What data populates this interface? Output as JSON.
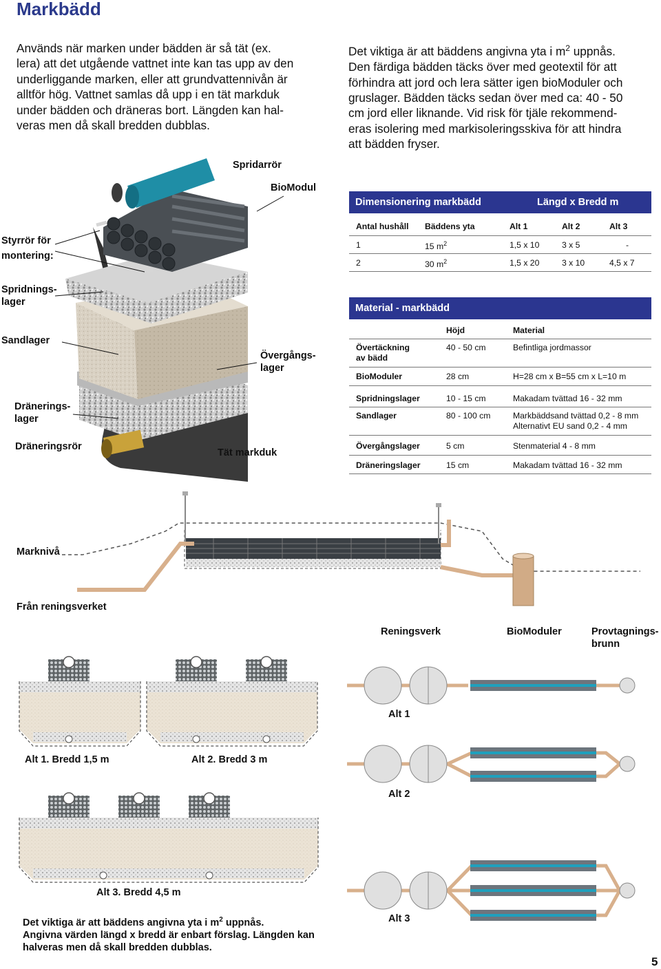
{
  "title": "Markbädd",
  "intro_left": [
    "Används när marken under bädden är så tät (ex.",
    "lera) att det utgående vattnet inte kan tas upp av den",
    "underliggande marken, eller att grundvattennivån är",
    "alltför hög. Vattnet samlas då upp i en tät markduk",
    "under bädden och dräneras bort. Längden kan hal-",
    "veras men då skall bredden dubblas."
  ],
  "intro_right": {
    "line1_pre": "Det viktiga är att bäddens angivna yta i m",
    "line1_sup": "2",
    "line1_post": " uppnås.",
    "lines": [
      "Den färdiga bädden täcks över med geotextil för att",
      "förhindra att jord och lera sätter igen bioModuler och",
      "gruslager. Bädden täcks sedan över med ca:  40 - 50",
      "cm jord eller liknande. Vid risk för tjäle rekommend-",
      "eras isolering med markisoleringsskiva för att hindra",
      "att bädden fryser."
    ]
  },
  "diagram_labels": {
    "spridarror": "Spridarrör",
    "biomodul": "BioModul",
    "styrror_1": "Styrrör för",
    "styrror_2": "montering:",
    "spridningslager_1": "Spridnings-",
    "spridningslager_2": "lager",
    "sandlager": "Sandlager",
    "overgangslager_1": "Övergångs-",
    "overgangslager_2": "lager",
    "draneringslager_1": "Dränerings-",
    "draneringslager_2": "lager",
    "draneringsror": "Dräneringsrör",
    "tat_markduk": "Tät markduk"
  },
  "dim_table": {
    "header_left": "Dimensionering markbädd",
    "header_right": "Längd x Bredd m",
    "columns": [
      "Antal hushåll",
      "Bäddens yta",
      "Alt 1",
      "Alt 2",
      "Alt 3"
    ],
    "rows": [
      {
        "hushall": "1",
        "yta": "15 m",
        "yta_sup": "2",
        "alt1": "1,5 x 10",
        "alt2": "3 x 5",
        "alt3": "-"
      },
      {
        "hushall": "2",
        "yta": "30 m",
        "yta_sup": "2",
        "alt1": "1,5 x 20",
        "alt2": "3 x 10",
        "alt3": "4,5 x 7"
      }
    ]
  },
  "mat_table": {
    "header": "Material - markbädd",
    "columns": [
      "Höjd",
      "Material"
    ],
    "rows": [
      {
        "name_1": "Övertäckning",
        "name_2": "av bädd",
        "hojd": "40 - 50 cm",
        "material_1": "Befintliga jordmassor",
        "material_2": ""
      },
      {
        "name_1": "BioModuler",
        "name_2": "",
        "hojd": "28 cm",
        "material_1": "H=28 cm x B=55 cm x L=10 m",
        "material_2": ""
      },
      {
        "name_1": "Spridningslager",
        "name_2": "",
        "hojd": "10 - 15 cm",
        "material_1": "Makadam tvättad 16 - 32 mm",
        "material_2": ""
      },
      {
        "name_1": "Sandlager",
        "name_2": "",
        "hojd": "80 - 100 cm",
        "material_1": "Markbäddsand tvättad 0,2 - 8 mm",
        "material_2": "Alternativt EU sand  0,2 - 4 mm"
      },
      {
        "name_1": "Övergångslager",
        "name_2": "",
        "hojd": "5 cm",
        "material_1": "Stenmaterial 4 - 8 mm",
        "material_2": ""
      },
      {
        "name_1": "Dräneringslager",
        "name_2": "",
        "hojd": "15 cm",
        "material_1": "Makadam tvättad 16 - 32 mm",
        "material_2": ""
      }
    ]
  },
  "section_labels": {
    "marknivå": "Marknivå",
    "fran_reningsverket": "Från reningsverket",
    "reningsverk": "Reningsverk",
    "biomoduler": "BioModuler",
    "provtagning_1": "Provtagnings-",
    "provtagning_2": "brunn"
  },
  "alt_labels": {
    "alt1_width": "Alt 1. Bredd 1,5 m",
    "alt2_width": "Alt 2. Bredd 3 m",
    "alt3_width": "Alt 3. Bredd 4,5 m",
    "alt1": "Alt 1",
    "alt2": "Alt 2",
    "alt3": "Alt 3"
  },
  "footnote": {
    "line1_pre": "Det viktiga är att bäddens angivna yta i m",
    "line1_sup": "2",
    "line1_post": " uppnås.",
    "line2": "Angivna värden längd x bredd är enbart förslag. Längden kan",
    "line3": "halveras men då skall bredden dubblas."
  },
  "page_number": "5",
  "colors": {
    "accent": "#2b3690",
    "pipe_blue": "#1fa0bd",
    "pipe_tan": "#e6b88a"
  }
}
